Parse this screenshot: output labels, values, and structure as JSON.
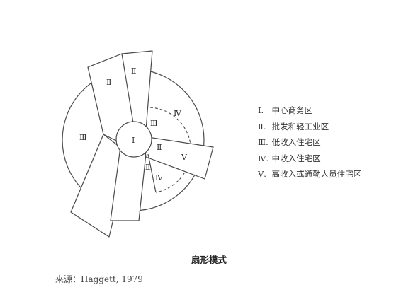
{
  "zone_labels": {
    "cbd": "Ⅰ",
    "wholesale_left": "Ⅱ",
    "wholesale_top": "Ⅱ",
    "wholesale_bottom": "Ⅱ",
    "low_income_left": "Ⅲ",
    "low_income_top": "Ⅲ",
    "middle_income": "Ⅳ",
    "middle_income_bottom": "Ⅳ",
    "high_income": "Ⅴ"
  },
  "legend": [
    {
      "num": "Ⅰ.",
      "text": "中心商务区"
    },
    {
      "num": "Ⅱ.",
      "text": "批发和轻工业区"
    },
    {
      "num": "Ⅲ.",
      "text": "低收入住宅区"
    },
    {
      "num": "Ⅳ.",
      "text": "中收入住宅区"
    },
    {
      "num": "Ⅴ.",
      "text": "高收入或通勤人员住宅区"
    }
  ],
  "caption": "扇形模式",
  "source": "来源：Haggett, 1979"
}
